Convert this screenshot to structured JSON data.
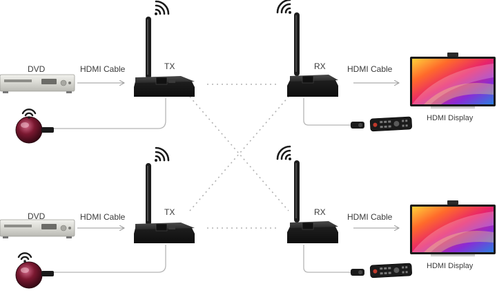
{
  "rows": [
    {
      "source_label": "DVD",
      "cable_in_label": "HDMI Cable",
      "tx_label": "TX",
      "rx_label": "RX",
      "cable_out_label": "HDMI Cable",
      "display_label": "HDMI Display"
    },
    {
      "source_label": "DVD",
      "cable_in_label": "HDMI Cable",
      "tx_label": "TX",
      "rx_label": "RX",
      "cable_out_label": "HDMI Cable",
      "display_label": "HDMI Display"
    }
  ],
  "icons": {
    "wifi": "wifi-signal-icon",
    "ir_eye": "ir-receiver-icon",
    "remote": "remote-control-icon"
  },
  "colors": {
    "device_body": "#2b2b2b",
    "cable": "#b5b5b5",
    "arrow": "#9a9a9a",
    "dotted_link": "#b0b0b0",
    "ir_eye": "#7a1830"
  }
}
